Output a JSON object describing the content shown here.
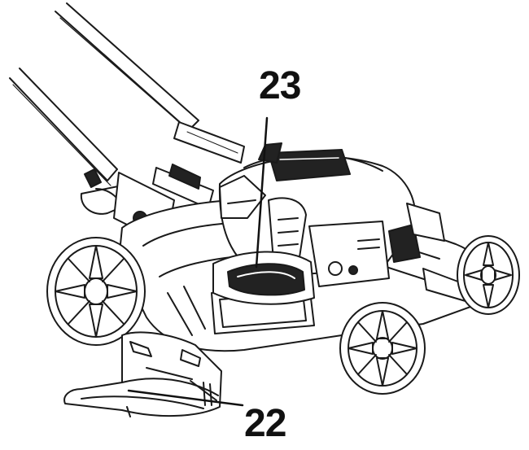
{
  "figure": {
    "callouts": [
      {
        "id": "23",
        "label": "23"
      },
      {
        "id": "22",
        "label": "22"
      }
    ],
    "colors": {
      "line": "#1a1a1a",
      "fill": "#ffffff",
      "dark": "#222222"
    }
  }
}
